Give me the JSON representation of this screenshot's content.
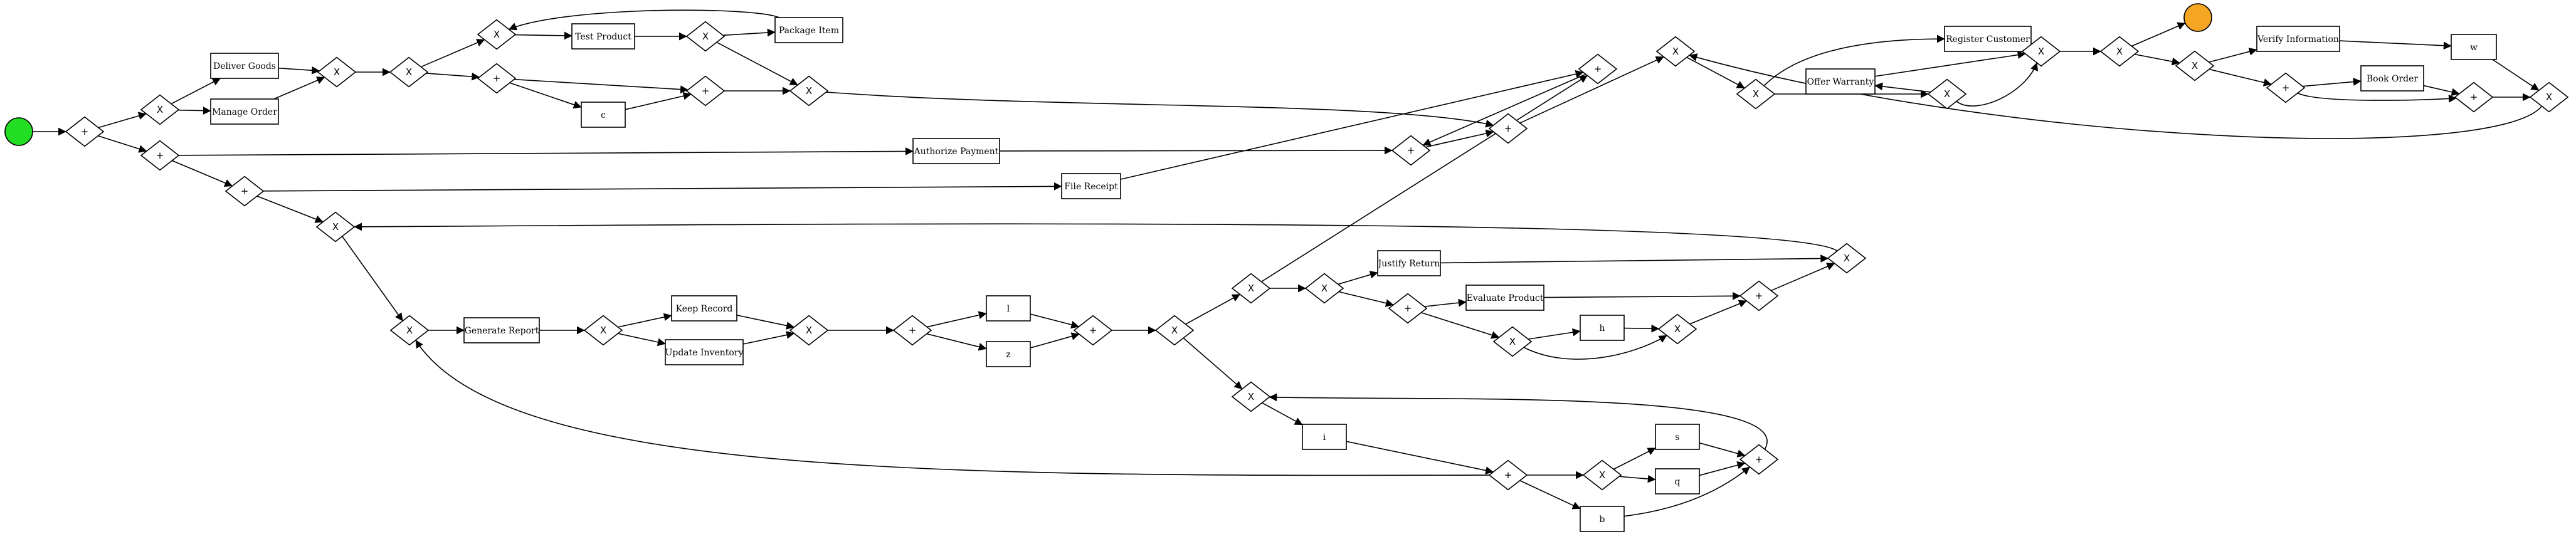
{
  "diagram": {
    "type": "bpmn-process",
    "colors": {
      "start_event": "#22dd22",
      "end_event": "#f5a623",
      "stroke": "#000000",
      "background": "#ffffff"
    },
    "events": [
      {
        "id": "start",
        "kind": "start"
      },
      {
        "id": "end",
        "kind": "end"
      }
    ],
    "gateway_types": {
      "parallel": "+",
      "exclusive": "X"
    },
    "tasks": [
      {
        "id": "t_deliver",
        "label": "Deliver Goods"
      },
      {
        "id": "t_manage",
        "label": "Manage Order"
      },
      {
        "id": "t_test",
        "label": "Test Product"
      },
      {
        "id": "t_package",
        "label": "Package Item"
      },
      {
        "id": "t_c",
        "label": "c"
      },
      {
        "id": "t_auth",
        "label": "Authorize Payment"
      },
      {
        "id": "t_file",
        "label": "File Receipt"
      },
      {
        "id": "t_register",
        "label": "Register Customer"
      },
      {
        "id": "t_offer",
        "label": "Offer Warranty"
      },
      {
        "id": "t_verify",
        "label": "Verify Information"
      },
      {
        "id": "t_w",
        "label": "w"
      },
      {
        "id": "t_book",
        "label": "Book Order"
      },
      {
        "id": "t_report",
        "label": "Generate Report"
      },
      {
        "id": "t_keep",
        "label": "Keep Record"
      },
      {
        "id": "t_update",
        "label": "Update Inventory"
      },
      {
        "id": "t_l",
        "label": "l"
      },
      {
        "id": "t_z",
        "label": "z"
      },
      {
        "id": "t_justify",
        "label": "Justify Return"
      },
      {
        "id": "t_eval",
        "label": "Evaluate Product"
      },
      {
        "id": "t_h",
        "label": "h"
      },
      {
        "id": "t_i",
        "label": "i"
      },
      {
        "id": "t_s",
        "label": "s"
      },
      {
        "id": "t_q",
        "label": "q"
      },
      {
        "id": "t_b",
        "label": "b"
      }
    ],
    "gateways": [
      {
        "id": "g1",
        "type": "+"
      },
      {
        "id": "g2",
        "type": "X"
      },
      {
        "id": "g3",
        "type": "+"
      },
      {
        "id": "g4",
        "type": "X"
      },
      {
        "id": "g5",
        "type": "X"
      },
      {
        "id": "g6",
        "type": "X"
      },
      {
        "id": "g7",
        "type": "+"
      },
      {
        "id": "g8",
        "type": "X"
      },
      {
        "id": "g9",
        "type": "+"
      },
      {
        "id": "g10",
        "type": "X"
      },
      {
        "id": "g11",
        "type": "+"
      },
      {
        "id": "g12",
        "type": "+"
      },
      {
        "id": "g13",
        "type": "+"
      },
      {
        "id": "g14",
        "type": "X"
      },
      {
        "id": "g15",
        "type": "X"
      },
      {
        "id": "g16",
        "type": "X"
      },
      {
        "id": "g17",
        "type": "X"
      },
      {
        "id": "g18",
        "type": "X"
      },
      {
        "id": "g19",
        "type": "X"
      },
      {
        "id": "g20",
        "type": "X"
      },
      {
        "id": "g21",
        "type": "+"
      },
      {
        "id": "g22",
        "type": "+"
      },
      {
        "id": "g23",
        "type": "X"
      },
      {
        "id": "g24",
        "type": "+"
      },
      {
        "id": "g25",
        "type": "X"
      },
      {
        "id": "g26",
        "type": "X"
      },
      {
        "id": "g27",
        "type": "X"
      },
      {
        "id": "g28",
        "type": "+"
      },
      {
        "id": "g29",
        "type": "+"
      },
      {
        "id": "g30",
        "type": "X"
      },
      {
        "id": "g31",
        "type": "X"
      },
      {
        "id": "g32",
        "type": "X"
      },
      {
        "id": "g33",
        "type": "+"
      },
      {
        "id": "g34",
        "type": "X"
      },
      {
        "id": "g35",
        "type": "X"
      },
      {
        "id": "g36",
        "type": "+"
      },
      {
        "id": "g37",
        "type": "X"
      },
      {
        "id": "g38",
        "type": "X"
      },
      {
        "id": "g39",
        "type": "+"
      },
      {
        "id": "g40",
        "type": "X"
      },
      {
        "id": "g41",
        "type": "+"
      }
    ]
  }
}
